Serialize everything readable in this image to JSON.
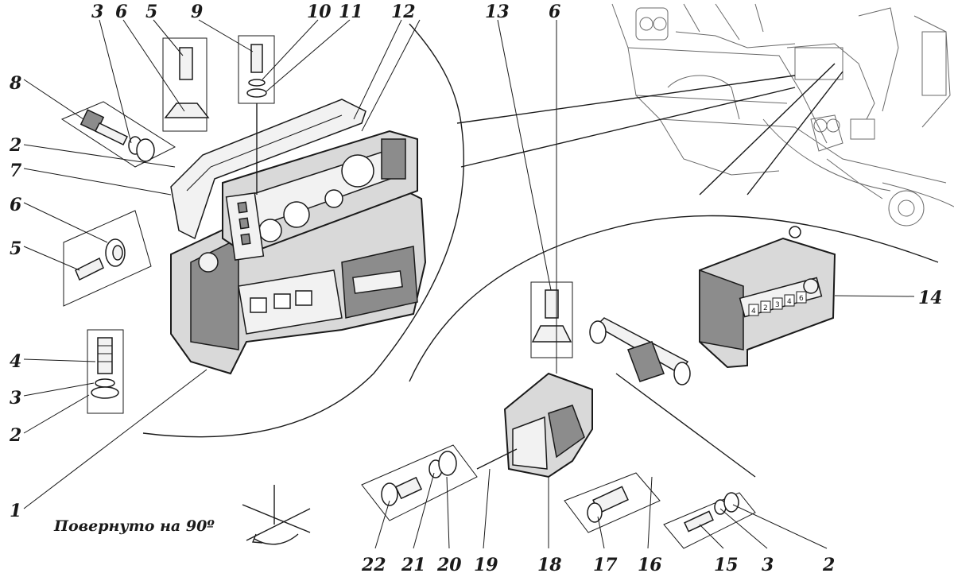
{
  "caption": "Повернуто на 90º",
  "labels": {
    "l1": "1",
    "l2a": "2",
    "l2b": "2",
    "l2c": "2",
    "l3a": "3",
    "l3b": "3",
    "l3c": "3",
    "l4": "4",
    "l5a": "5",
    "l5b": "5",
    "l6a": "6",
    "l6b": "6",
    "l6c": "6",
    "l7": "7",
    "l8": "8",
    "l9": "9",
    "l10": "10",
    "l11": "11",
    "l12": "12",
    "l13": "13",
    "l14": "14",
    "l15": "15",
    "l16": "16",
    "l17": "17",
    "l18": "18",
    "l19": "19",
    "l20": "20",
    "l21": "21",
    "l22": "22"
  },
  "switch_buttons": [
    "4",
    "2",
    "3",
    "4",
    "6"
  ]
}
